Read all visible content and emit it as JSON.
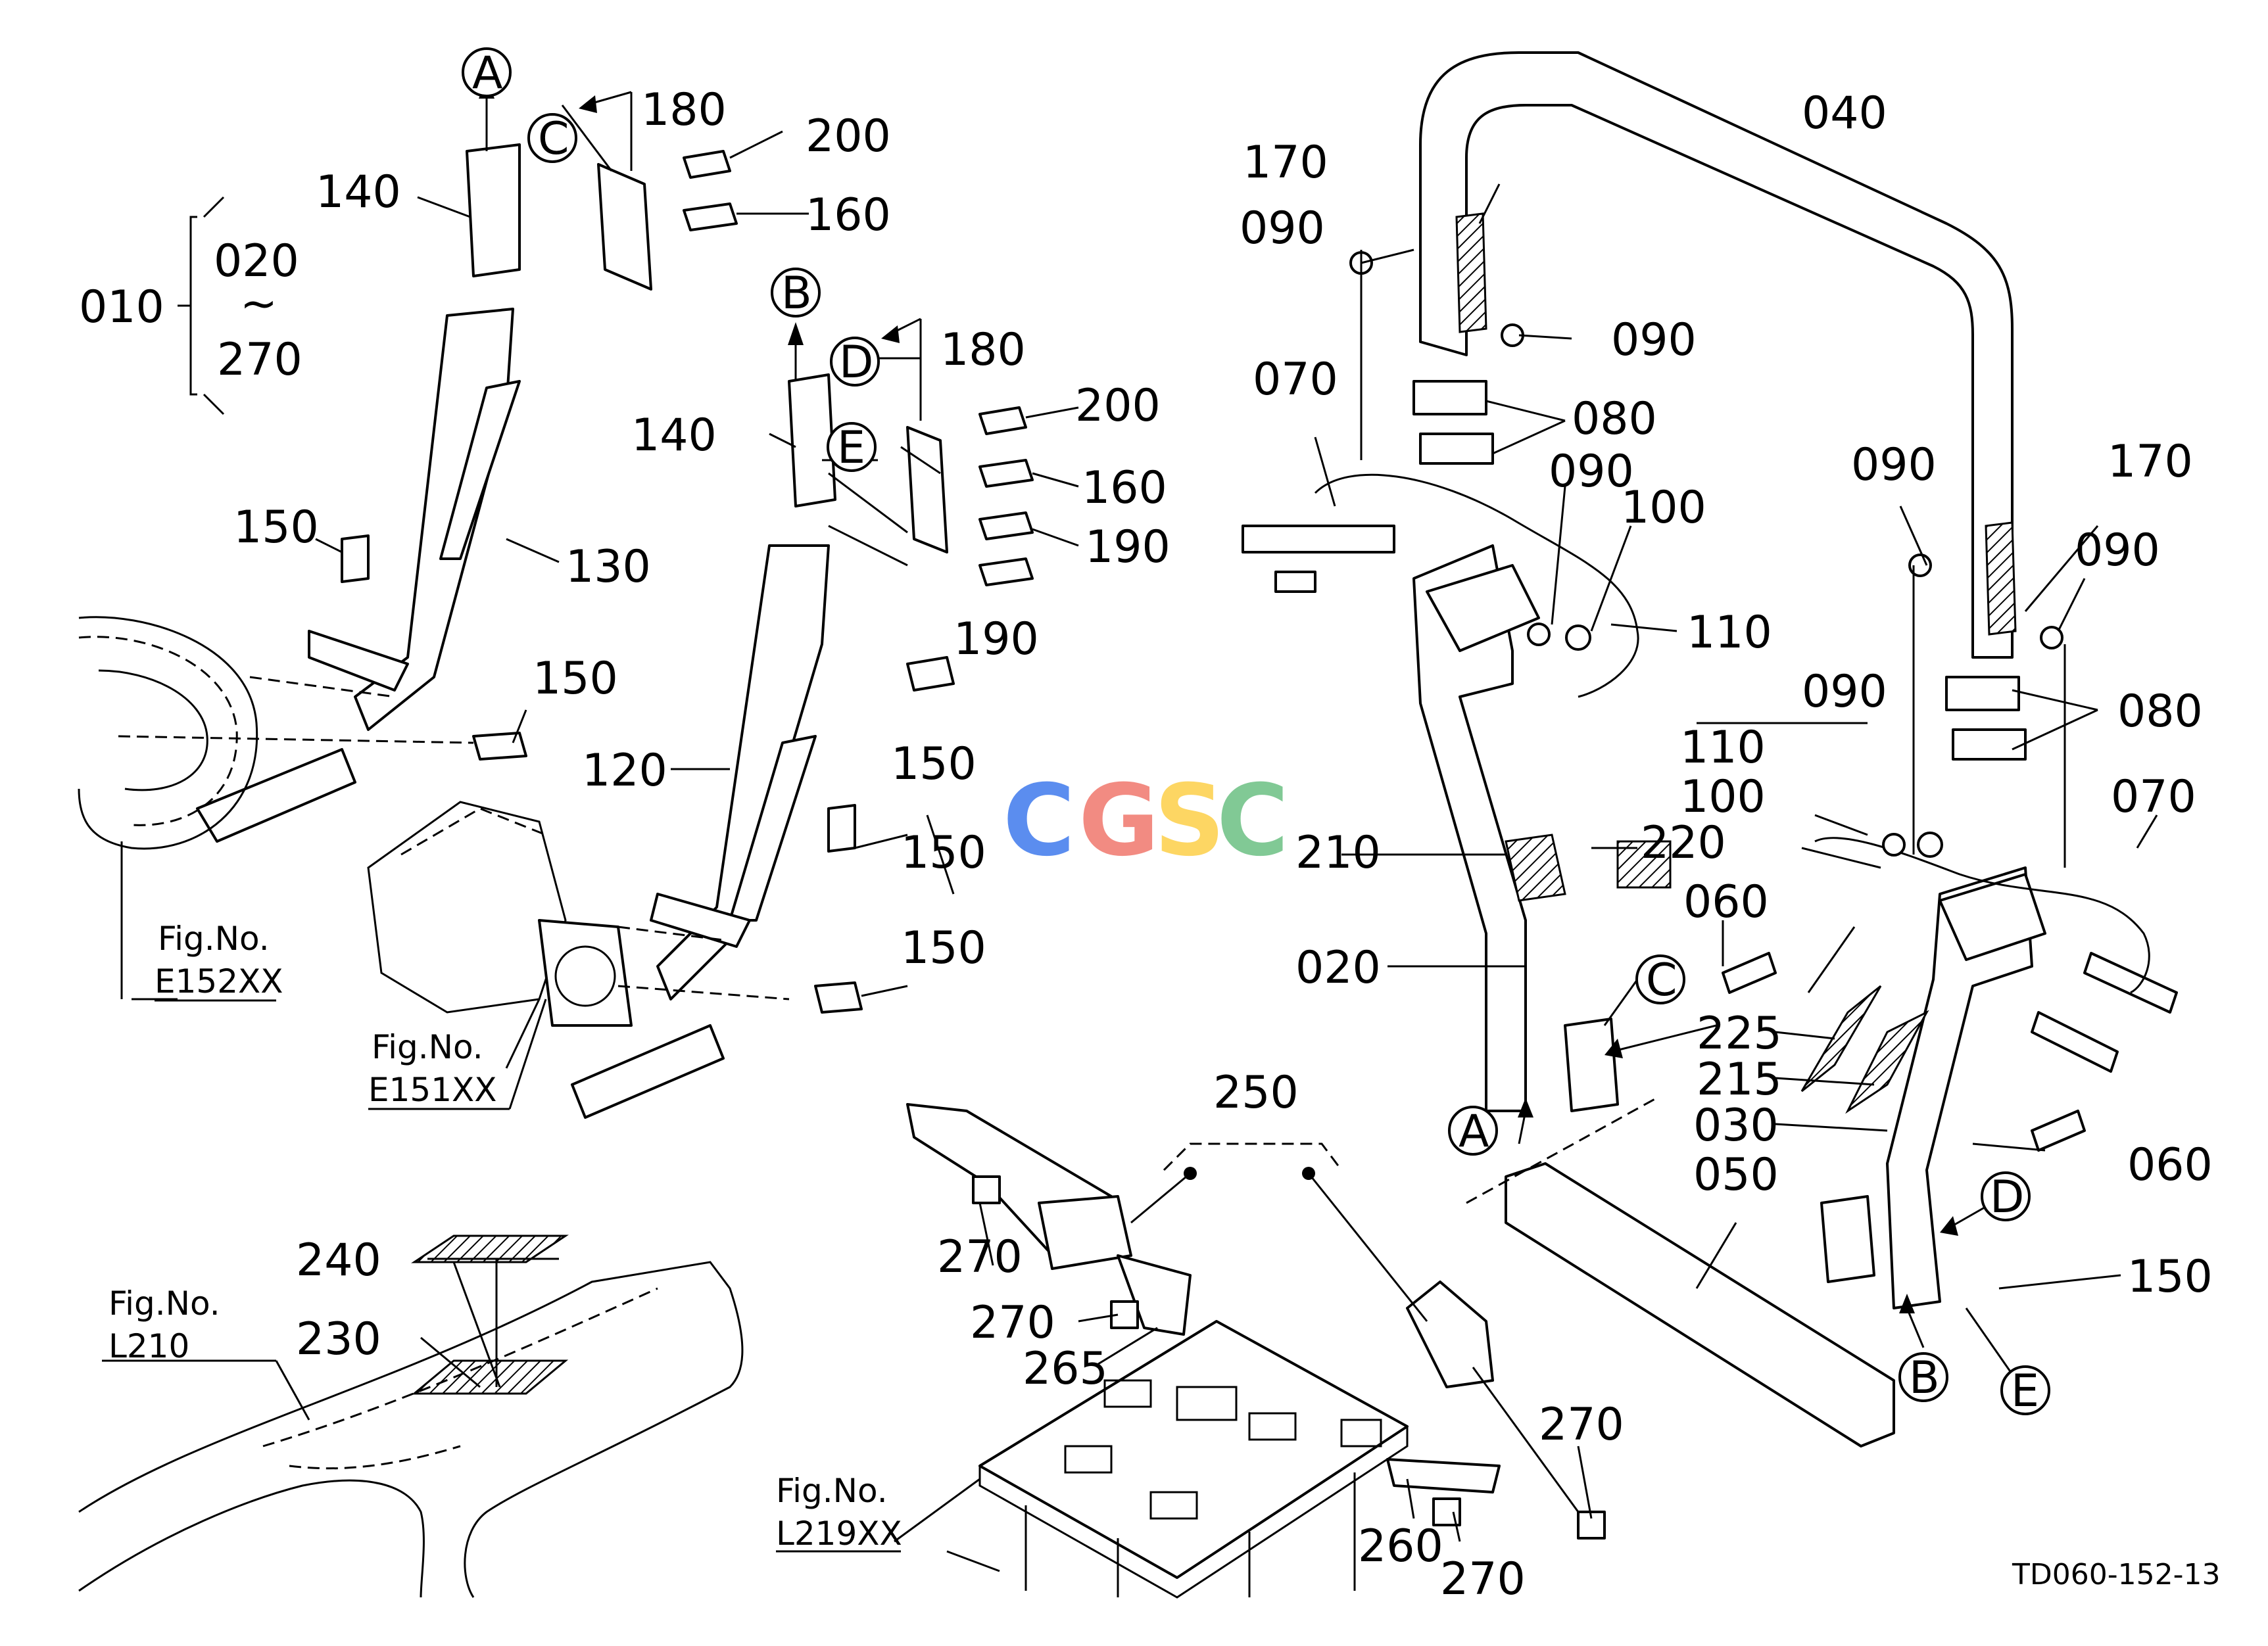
{
  "drawing_code": "TD060-152-13",
  "watermark": {
    "letters": [
      "C",
      "G",
      "S",
      "C"
    ],
    "colors": [
      "#5b8def",
      "#f28b82",
      "#fdd663",
      "#81c995"
    ]
  },
  "refs": [
    "A",
    "B",
    "C",
    "D",
    "E"
  ],
  "figs": [
    {
      "label": "Fig.No.",
      "code": "E152XX"
    },
    {
      "label": "Fig.No.",
      "code": "E151XX"
    },
    {
      "label": "Fig.No.",
      "code": "L210"
    },
    {
      "label": "Fig.No.",
      "code": "L219XX"
    }
  ],
  "parts": {
    "p010": "010",
    "p020_range_start": "020",
    "tilde": "~",
    "p270_range_end": "270",
    "p020": "020",
    "p030": "030",
    "p040": "040",
    "p050": "050",
    "p060": "060",
    "p070": "070",
    "p080": "080",
    "p090": "090",
    "p100": "100",
    "p110": "110",
    "p120": "120",
    "p130": "130",
    "p140": "140",
    "p150": "150",
    "p160": "160",
    "p170": "170",
    "p180": "180",
    "p190": "190",
    "p200": "200",
    "p210": "210",
    "p215": "215",
    "p220": "220",
    "p225": "225",
    "p230": "230",
    "p240": "240",
    "p250": "250",
    "p260": "260",
    "p265": "265",
    "p270": "270"
  }
}
